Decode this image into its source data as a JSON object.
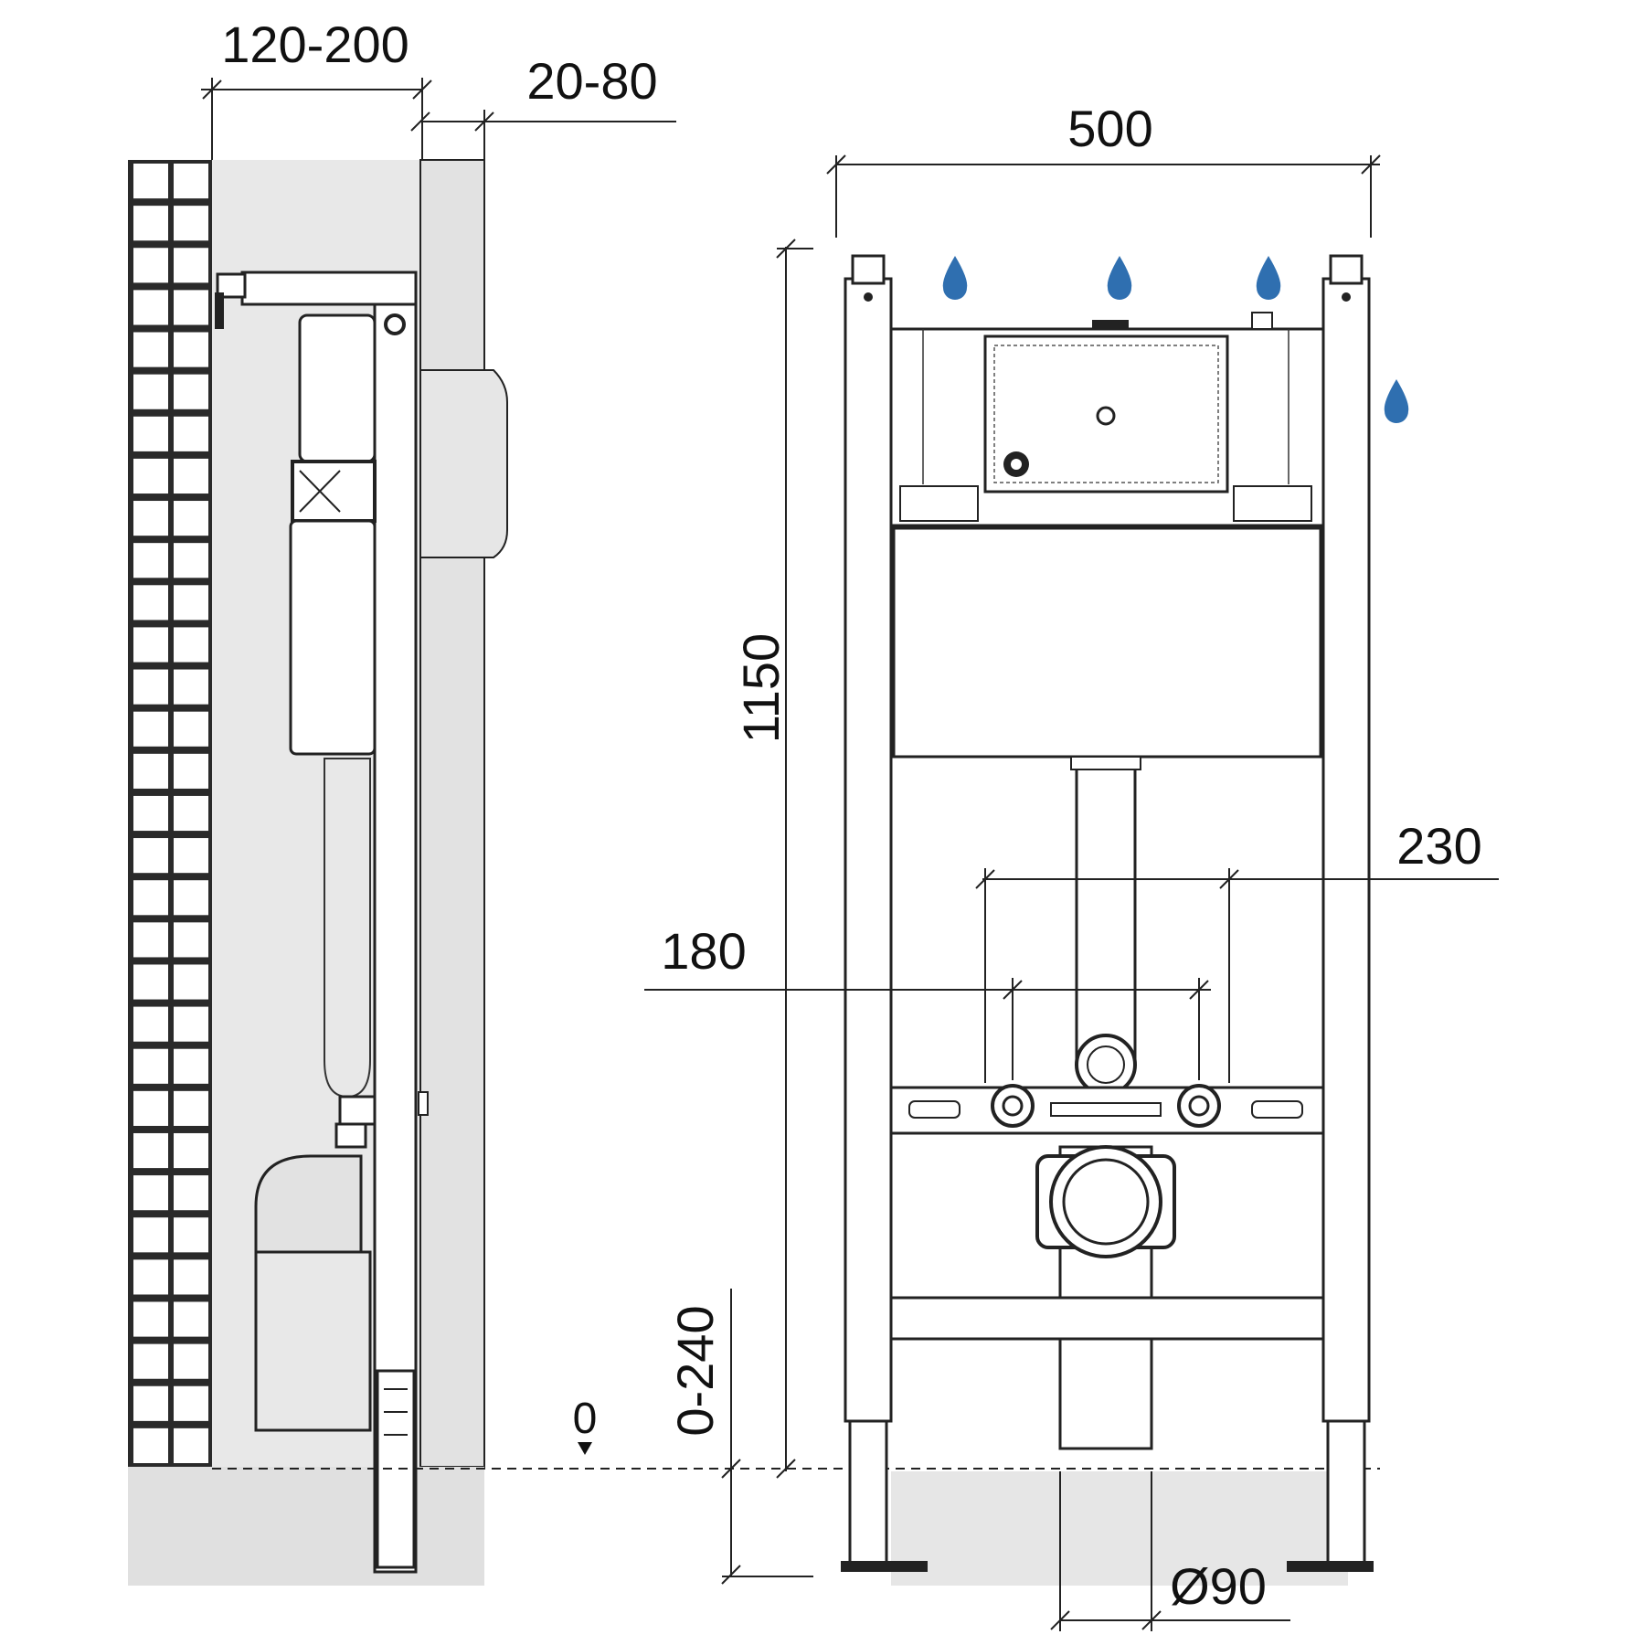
{
  "dimensions": {
    "wall_depth": "120-200",
    "cladding": "20-80",
    "frame_width": "500",
    "frame_height": "1150",
    "connection_spacing": "230",
    "fixing_spacing": "180",
    "floor_level": "0",
    "leg_adjustment": "0-240",
    "drain_diameter": "Ø90"
  },
  "colors": {
    "water_drop": "#2f6fb0",
    "wall_fill": "#e4e4e4",
    "line": "#222222"
  },
  "icons": [
    "water-drop-icon",
    "floor-level-arrow-icon"
  ]
}
